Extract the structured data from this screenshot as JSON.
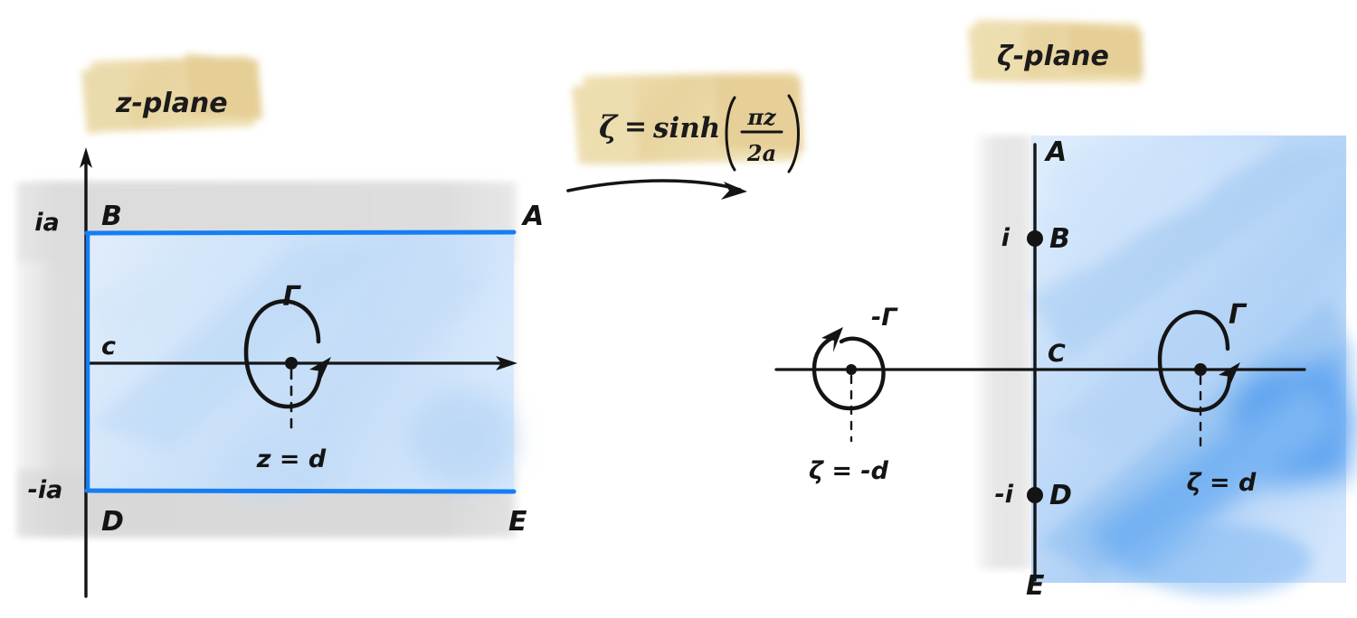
{
  "page": {
    "background": "#ffffff",
    "ink_color": "#141414",
    "accent_blue": "#157ef3",
    "wash_blue": "#bcd9f7",
    "highlight_tan": "#e7d29a",
    "gray_band": "#d9d9d9"
  },
  "left_panel": {
    "plane_tag": "z-plane",
    "axis": {
      "imaginary_top_arrow": true,
      "real_right_arrow": true
    },
    "axis_ticks": [
      {
        "name": "upper-boundary",
        "label": "ia"
      },
      {
        "name": "lower-boundary",
        "label": "-ia"
      }
    ],
    "corner_labels": [
      {
        "name": "label-B",
        "label": "B"
      },
      {
        "name": "label-A",
        "label": "A"
      },
      {
        "name": "label-c",
        "label": "c"
      },
      {
        "name": "label-D",
        "label": "D"
      },
      {
        "name": "label-E",
        "label": "E"
      }
    ],
    "contour": {
      "name": "gamma",
      "label": "Γ",
      "orientation": "counterclockwise",
      "pole_label": "z = d"
    }
  },
  "transform": {
    "formula_lhs": "ζ",
    "formula_eq": "=",
    "formula_fn": "sinh",
    "formula_num": "πz",
    "formula_den": "2a",
    "formula_full": "ζ = sinh(πz / 2a)",
    "arrow_direction": "right"
  },
  "right_panel": {
    "plane_tag": "ζ-plane",
    "axis_ticks": [
      {
        "name": "tick-i",
        "label": "i"
      },
      {
        "name": "tick-minus-i",
        "label": "-i"
      }
    ],
    "point_labels": [
      {
        "name": "label-A",
        "label": "A"
      },
      {
        "name": "label-B",
        "label": "B"
      },
      {
        "name": "label-C",
        "label": "C"
      },
      {
        "name": "label-D",
        "label": "D"
      },
      {
        "name": "label-E",
        "label": "E"
      }
    ],
    "contours": [
      {
        "name": "minus-gamma",
        "label": "-Γ",
        "orientation": "clockwise",
        "pole_label": "ζ = -d"
      },
      {
        "name": "gamma",
        "label": "Γ",
        "orientation": "counterclockwise",
        "pole_label": "ζ = d"
      }
    ]
  }
}
